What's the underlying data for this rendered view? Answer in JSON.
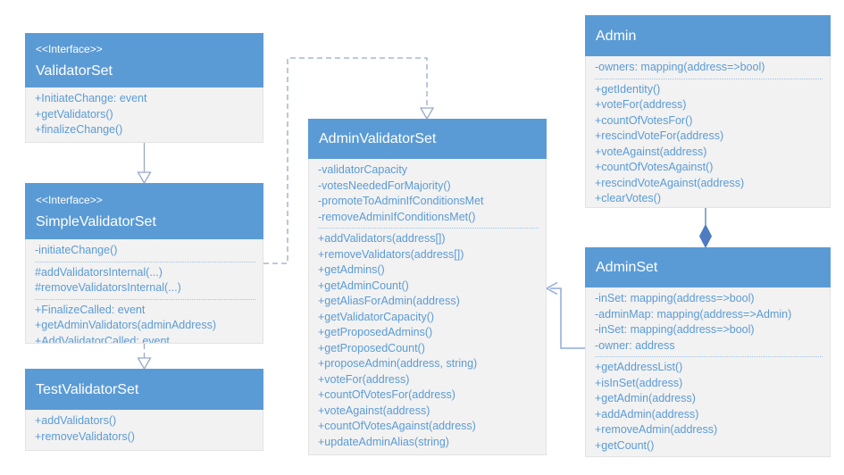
{
  "diagram_type": "uml-class-diagram",
  "classes": {
    "validator_set": {
      "stereotype": "<<Interface>>",
      "name": "ValidatorSet",
      "sections": [
        [
          "+InitiateChange: event",
          "+getValidators()",
          "+finalizeChange()"
        ]
      ]
    },
    "simple_validator_set": {
      "stereotype": "<<Interface>>",
      "name": "SimpleValidatorSet",
      "sections": [
        [
          "-initiateChange()"
        ],
        [
          "#addValidatorsInternal(...)",
          "#removeValidatorsInternal(...)"
        ],
        [
          "+FinalizeCalled: event",
          "+getAdminValidators(adminAddress)",
          "+AddValidatorCalled: event"
        ]
      ]
    },
    "test_validator_set": {
      "name": "TestValidatorSet",
      "sections": [
        [
          "+addValidators()",
          "+removeValidators()"
        ]
      ]
    },
    "admin_validator_set": {
      "name": "AdminValidatorSet",
      "sections": [
        [
          "-validatorCapacity",
          "-votesNeededForMajority()",
          "-promoteToAdminIfConditionsMet",
          "-removeAdminIfConditionsMet()"
        ],
        [
          "+addValidators(address[])",
          "+removeValidators(address[])",
          "+getAdmins()",
          "+getAdminCount()",
          "+getAliasForAdmin(address)",
          "+getValidatorCapacity()",
          "+getProposedAdmins()",
          "+getProposedCount()",
          "+proposeAdmin(address, string)",
          "+voteFor(address)",
          "+countOfVotesFor(address)",
          "+voteAgainst(address)",
          "+countOfVotesAgainst(address)",
          "+updateAdminAlias(string)"
        ]
      ]
    },
    "admin": {
      "name": "Admin",
      "sections": [
        [
          "-owners: mapping(address=>bool)"
        ],
        [
          "+getIdentity()",
          "+voteFor(address)",
          "+countOfVotesFor()",
          "+rescindVoteFor(address)",
          "+voteAgainst(address)",
          "+countOfVotesAgainst()",
          "+rescindVoteAgainst(address)",
          "+clearVotes()"
        ]
      ]
    },
    "admin_set": {
      "name": "AdminSet",
      "sections": [
        [
          "-inSet: mapping(address=>bool)",
          "-adminMap: mapping(address=>Admin)",
          "-inSet: mapping(address=>bool)",
          "-owner: address"
        ],
        [
          "+getAddressList()",
          "+isInSet(address)",
          "+getAdmin(address)",
          "+addAdmin(address)",
          "+removeAdmin(address)",
          "+getCount()"
        ]
      ]
    }
  },
  "relationships": [
    {
      "from": "ValidatorSet",
      "to": "SimpleValidatorSet",
      "line": "solid",
      "arrow": "hollow-triangle",
      "arrow_at": "SimpleValidatorSet"
    },
    {
      "from": "SimpleValidatorSet",
      "to": "TestValidatorSet",
      "line": "dashed",
      "arrow": "hollow-triangle",
      "arrow_at": "TestValidatorSet"
    },
    {
      "from": "SimpleValidatorSet",
      "to": "AdminValidatorSet",
      "line": "dashed",
      "arrow": "hollow-triangle",
      "arrow_at": "AdminValidatorSet"
    },
    {
      "from": "Admin",
      "to": "AdminSet",
      "line": "solid",
      "arrow": "filled-diamond",
      "arrow_at": "AdminSet"
    },
    {
      "from": "AdminSet",
      "to": "AdminValidatorSet",
      "line": "solid",
      "arrow": "open-arrow",
      "arrow_at": "AdminValidatorSet"
    }
  ],
  "colors": {
    "header_bg": "#5B9BD5",
    "header_text": "#FFFFFF",
    "body_bg": "#F2F2F2",
    "body_text": "#5B9BD5",
    "section_divider": "#9DC3E6",
    "connector_soft_blue": "#97A9C8",
    "connector_blue": "#4E7CC0",
    "connector_periwinkle": "#8FAADC",
    "canvas_bg": "#FFFFFF"
  }
}
